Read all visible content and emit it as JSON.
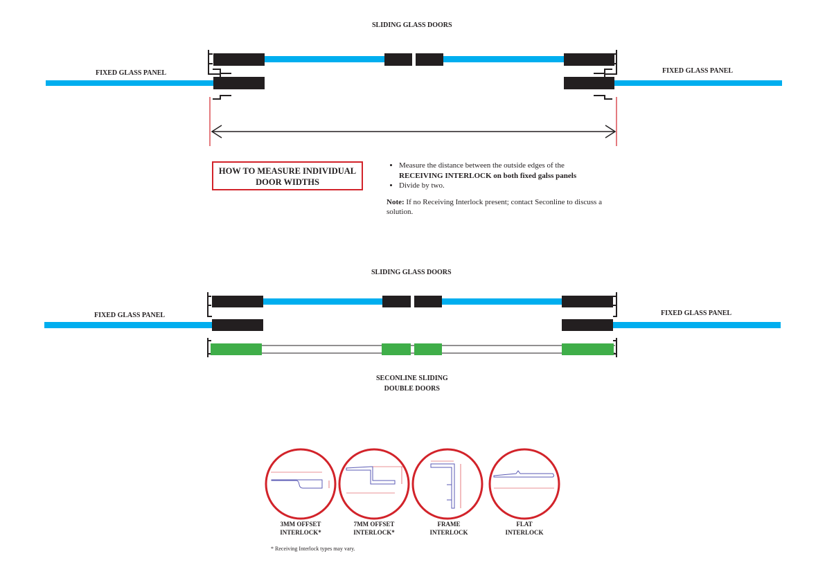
{
  "diagram1": {
    "title": "SLIDING GLASS DOORS",
    "left_label": "FIXED GLASS PANEL",
    "right_label": "FIXED GLASS PANEL"
  },
  "howto": {
    "line1": "HOW TO MEASURE INDIVIDUAL",
    "line2": "DOOR WIDTHS"
  },
  "instructions": {
    "bullet1_a": "Measure the distance between the outside edges of the",
    "bullet1_b": "RECEIVING INTERLOCK on both fixed galss panels",
    "bullet2": "Divide by two.",
    "note_label": "Note:",
    "note_text": " If no Receiving Interlock present; contact Seconline to discuss a solution."
  },
  "diagram2": {
    "title": "SLIDING GLASS DOORS",
    "left_label": "FIXED GLASS PANEL",
    "right_label": "FIXED GLASS PANEL",
    "caption_line1": "SECONLINE SLIDING",
    "caption_line2": "DOUBLE DOORS"
  },
  "interlocks": [
    {
      "line1": "3MM OFFSET",
      "line2": "INTERLOCK*"
    },
    {
      "line1": "7MM OFFSET",
      "line2": "INTERLOCK*"
    },
    {
      "line1": "FRAME",
      "line2": "INTERLOCK"
    },
    {
      "line1": "FLAT",
      "line2": "INTERLOCK"
    }
  ],
  "footnote": "* Receiving Interlock types may vary.",
  "colors": {
    "glass": "#00aeef",
    "interlock": "#231f20",
    "seconline": "#3fae49",
    "accent": "#d2232a"
  }
}
